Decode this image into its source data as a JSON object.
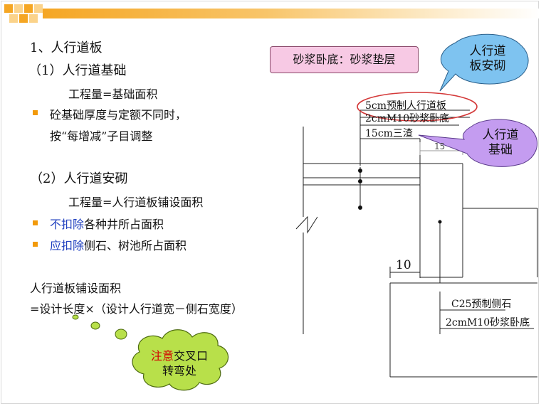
{
  "heading": "1、人行道板",
  "section1": {
    "title": "（1）人行道基础",
    "formula": "工程量=基础面积",
    "bullet_line1": "砼基础厚度与定额不同时，",
    "bullet_line2": "按“每增减”子目调整"
  },
  "section2": {
    "title": "（2）人行道安砌",
    "formula": "工程量=人行道板铺设面积",
    "bullet1_emph": "不扣除",
    "bullet1_rest": "各种井所占面积",
    "bullet2_emph": "应扣除",
    "bullet2_rest": "侧石、树池所占面积"
  },
  "area": {
    "title": "人行道板铺设面积",
    "formula": "=设计长度×（设计人行道宽－侧石宽度）"
  },
  "cloud": {
    "emph": "注意",
    "line1_rest": "交叉口",
    "line2": "转弯处"
  },
  "mortar_box": "砂浆卧底：砂浆垫层",
  "bubble_top": {
    "line1": "人行道",
    "line2": "板安砌"
  },
  "bubble_side": {
    "line1": "人行道",
    "line2": "基础"
  },
  "diagram": {
    "layer1": "5cm预制人行道板",
    "layer2": "2cmM10砂浆卧底",
    "layer3": "15cm三渣",
    "dim_15": "15",
    "dim_10": "10",
    "curb_label": "C25预制侧石",
    "curb_mortar": "2cmM10砂浆卧底"
  },
  "colors": {
    "bullet": "#f29a0b",
    "emphasis_blue": "#1f3fbf",
    "emphasis_red": "#d40000",
    "bubble_blue": "#7ec3f0",
    "bubble_purple": "#c49cf0",
    "cloud_green": "#b8e04a",
    "callout_pink": "#f7c9e4",
    "ellipse_red": "#d43a3a"
  }
}
